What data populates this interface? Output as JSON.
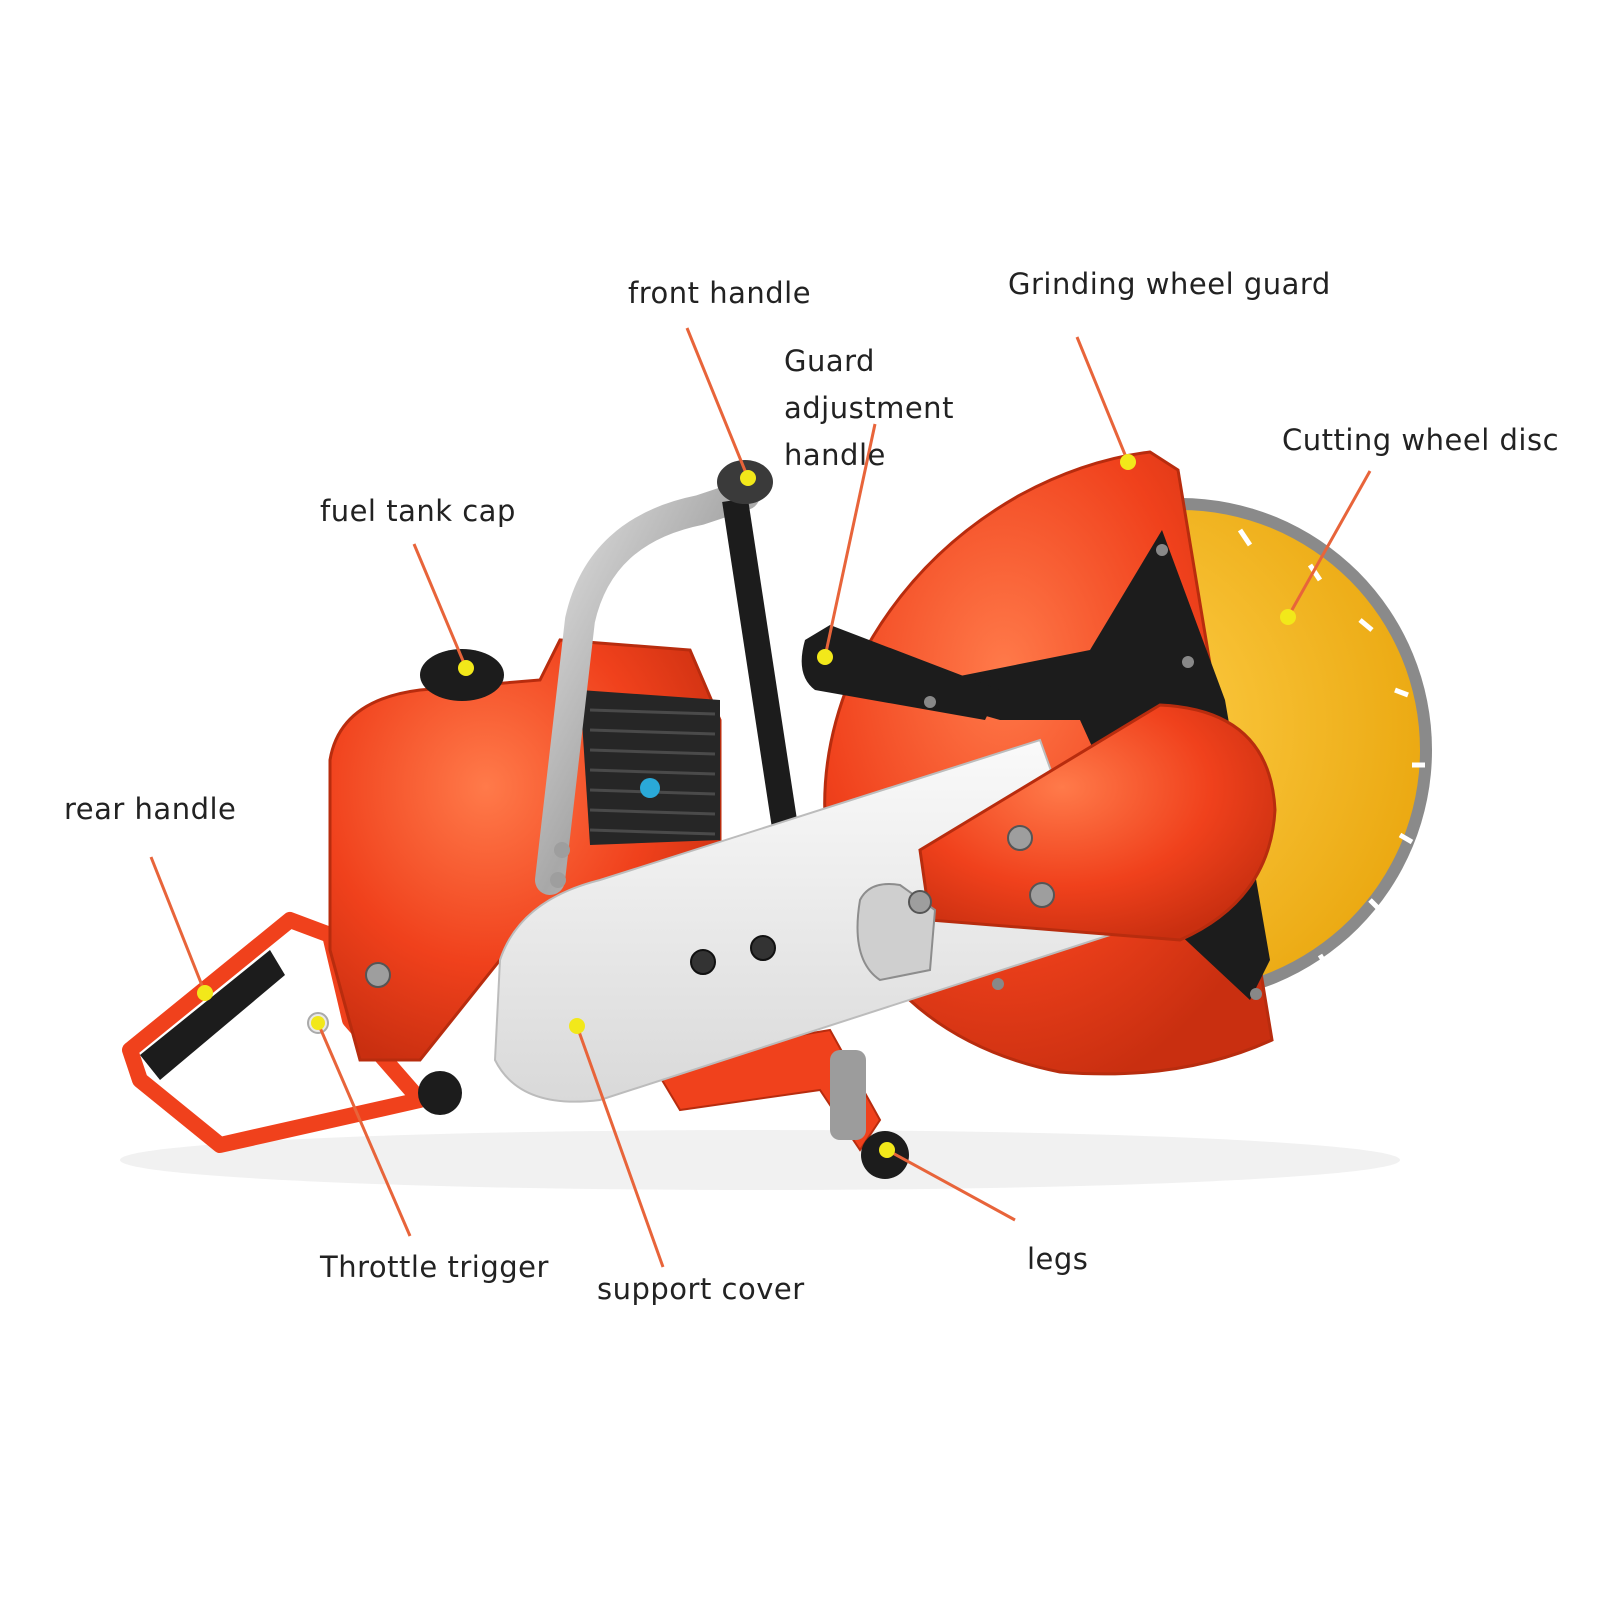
{
  "colors": {
    "body": "#f0411c",
    "body_dark": "#c92f10",
    "blade": "#f5b61a",
    "blade_rim": "#8a8a8a",
    "black": "#1c1c1c",
    "metal": "#b9b9b9",
    "white_cover": "#ededed",
    "leader": "#e8643a",
    "dot": "#f2e81a"
  },
  "labels": {
    "front_handle": "front handle",
    "grinding_wheel_guard": "Grinding wheel guard",
    "guard_adjustment_handle": "Guard adjustment handle",
    "cutting_wheel_disc": "Cutting wheel disc",
    "fuel_tank_cap": "fuel tank cap",
    "rear_handle": "rear handle",
    "throttle_trigger": "Throttle trigger",
    "support_cover": "support cover",
    "legs": "legs"
  }
}
